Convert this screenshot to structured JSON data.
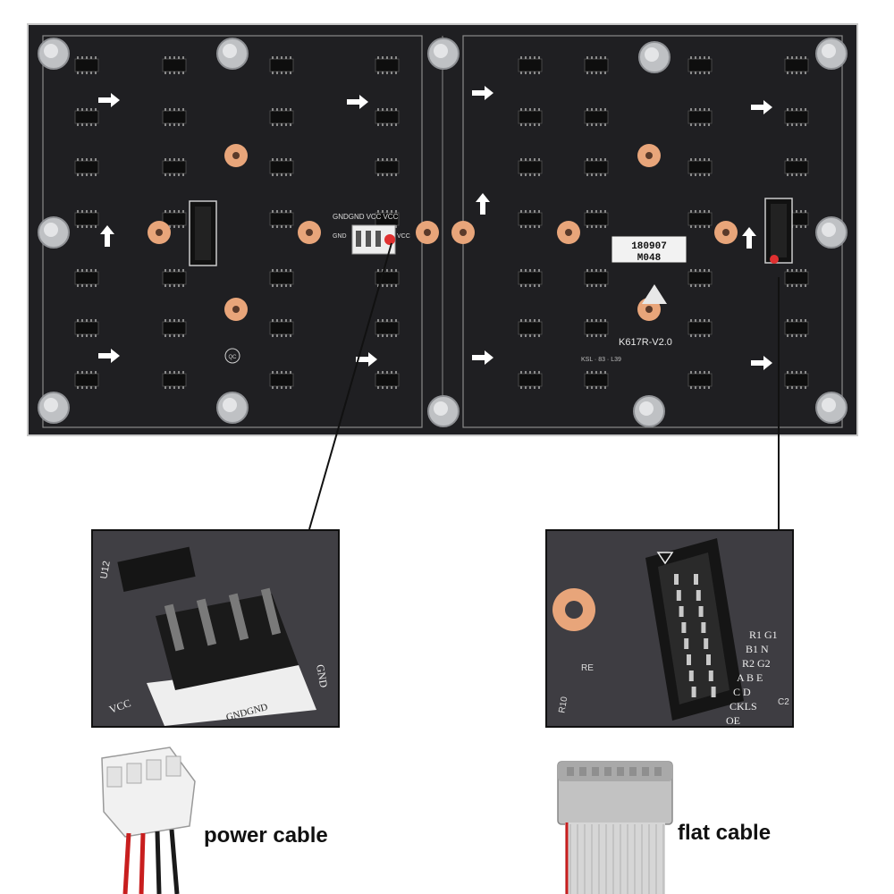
{
  "board": {
    "top_silk": [
      "GND",
      "GND",
      "VCC",
      "VCC"
    ],
    "left_silk_gnd": "GND",
    "left_silk_vcc": "VCC",
    "label_line1": "180907",
    "label_line2": "M048",
    "model": "K617R-V2.0",
    "sub_label": "KSL · 83 · L39",
    "qc": "QC"
  },
  "zoom_power": {
    "chip_label": "U12",
    "silk_gnd": "GND",
    "silk_vcc": "VCC",
    "silk_bottom": "GNDGND"
  },
  "zoom_signal": {
    "pins": [
      "R1 G1",
      "B1 N",
      "R2 G2",
      "A B E",
      "C D",
      "CKLS",
      "OE"
    ],
    "re_label": "RE",
    "r10_label": "R10",
    "c2_label": "C2"
  },
  "captions": {
    "power": "power cable",
    "flat": "flat cable"
  },
  "colors": {
    "board": "#1f1f22",
    "pad": "#e8a57a",
    "red_dot": "#e03030",
    "cable_red": "#c81e1e",
    "cable_black": "#1a1a1a",
    "ribbon": "#b5b5b5"
  },
  "icons": [
    "arrow-icon",
    "mounting-post-icon",
    "pad-icon"
  ]
}
